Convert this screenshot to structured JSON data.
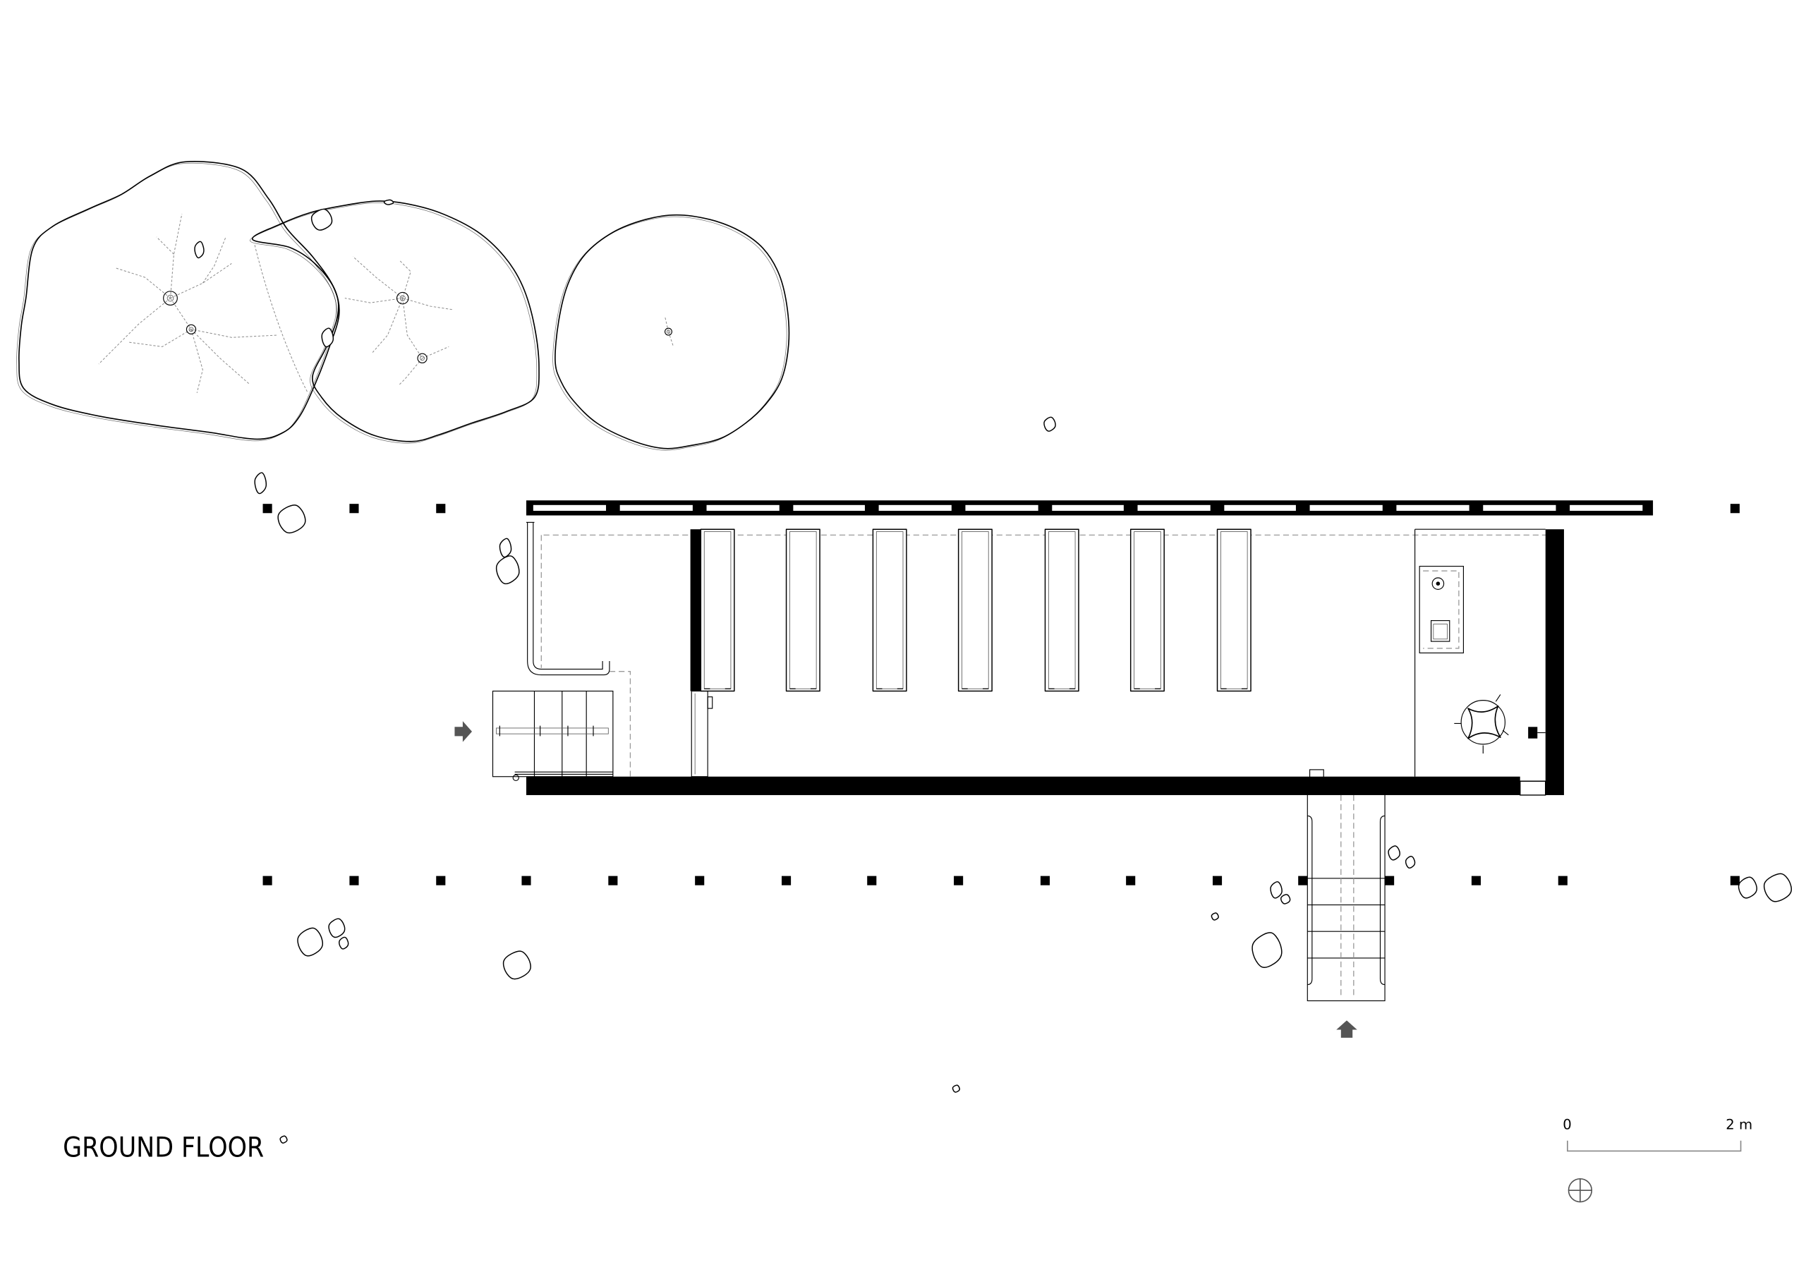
{
  "drawing": {
    "title": "GROUND FLOOR"
  },
  "scale_bar": {
    "start_label": "0",
    "end_label": "2 m"
  },
  "colors": {
    "ink": "#000000",
    "arrow": "#555555",
    "dashed": "#9a9a9a",
    "background": "#ffffff"
  },
  "icons": {
    "north": "north-symbol-icon",
    "side_entrance": "entrance-arrow-icon",
    "main_entrance": "entrance-arrow-icon"
  }
}
